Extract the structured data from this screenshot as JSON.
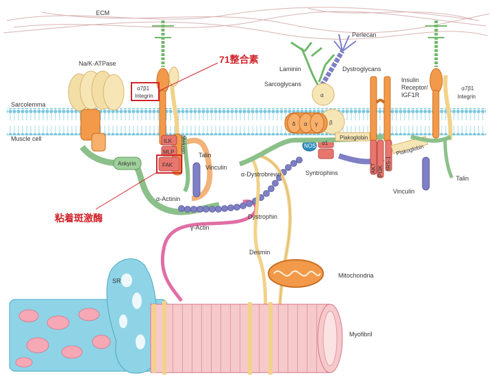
{
  "labels": {
    "ecm": "ECM",
    "na_k_atpase": "Na/K-ATPase",
    "sarcolemma": "Sarcolemma",
    "muscle_cell": "Muscle cell",
    "integrin_left_a": "α7β1",
    "integrin_left_b": "Integrin",
    "integrin_right_a": "α7β1",
    "integrin_right_b": "Integrin",
    "ilk": "ILK",
    "mlp": "MLP",
    "fak": "FAK",
    "melusin": "Melusin",
    "talin_left": "Talin",
    "vinculin_left": "Vinculin",
    "ankyrin": "Ankyrin",
    "alpha_actinin": "α-Actinin",
    "gamma_actin": "γ-Actin",
    "dystrophin": "Dystrophin",
    "laminin": "Laminin",
    "perlecan": "Perlecan",
    "dystroglycans": "Dystroglycans",
    "sarcoglycans": "Sarcoglycans",
    "sg_alpha": "α",
    "sg_gamma": "γ",
    "sg_delta": "δ",
    "dg_alpha": "α",
    "dg_beta": "β",
    "nos": "NOS",
    "syn_a1": "α1",
    "alpha_dystrobrevin": "α-Dystrobrevin",
    "syntrophins": "Syntrophins",
    "plakoglobin_1": "Plakoglobin",
    "plakoglobin_2": "Plakoglobin",
    "insulin_a": "Insulin",
    "insulin_b": "Receptor/",
    "insulin_c": "IGF1R",
    "akt": "AKT",
    "pi3k": "PI3K",
    "irs1": "IRS-1",
    "vinculin_right": "Vinculin",
    "talin_right": "Talin",
    "desmin": "Desmin",
    "mitochondria": "Mitochondria",
    "sr": "SR",
    "myofibril": "Myofibril"
  },
  "annotations": {
    "integrin_note": "71整合素",
    "fak_note": "粘着斑激酶"
  },
  "colors": {
    "membrane": "#8fd3e6",
    "orange": "#f29a4a",
    "pink_box": "#e8766e",
    "green": "#8cc08a",
    "purple": "#7e7fc4",
    "yellow": "#f2d28a",
    "annotation_red": "#d0242a"
  }
}
